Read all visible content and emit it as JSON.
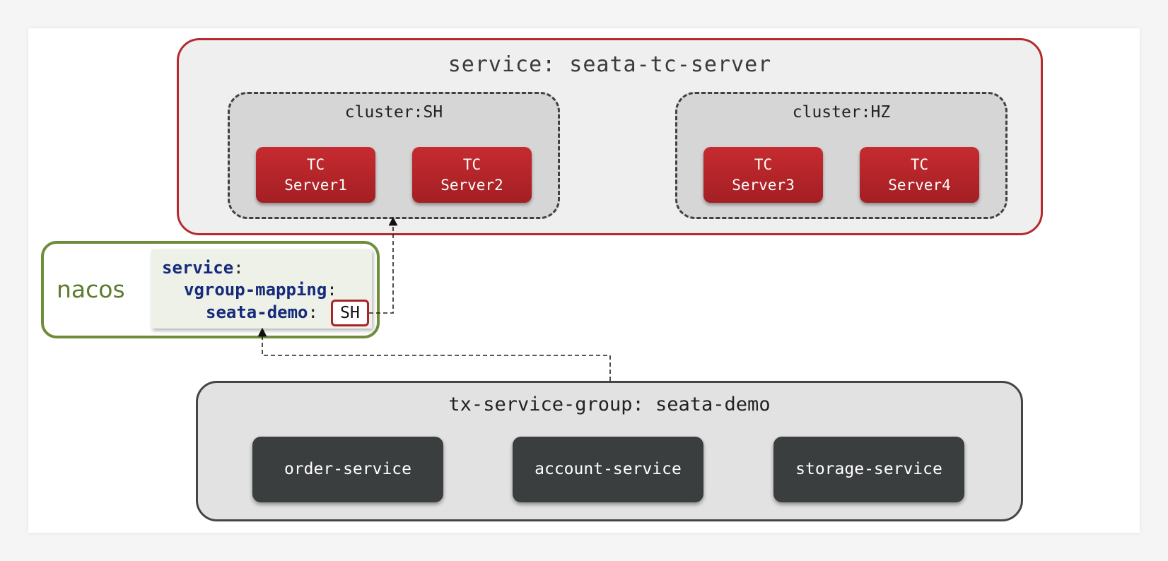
{
  "service_box": {
    "title": "service: seata-tc-server",
    "clusters": [
      {
        "label": "cluster:SH",
        "servers": [
          {
            "line1": "TC",
            "line2": "Server1"
          },
          {
            "line1": "TC",
            "line2": "Server2"
          }
        ]
      },
      {
        "label": "cluster:HZ",
        "servers": [
          {
            "line1": "TC",
            "line2": "Server3"
          },
          {
            "line1": "TC",
            "line2": "Server4"
          }
        ]
      }
    ]
  },
  "nacos": {
    "label": "nacos",
    "yaml": {
      "key1": "service",
      "key2": "vgroup-mapping",
      "key3": "seata-demo",
      "colon": ":",
      "value": "SH"
    }
  },
  "tx_group": {
    "title": "tx-service-group: seata-demo",
    "services": [
      "order-service",
      "account-service",
      "storage-service"
    ]
  },
  "colors": {
    "service_border": "#b52a2e",
    "tc_server": "#c62b30",
    "nacos_border": "#6e8c3a",
    "yaml_key": "#152a7b",
    "tx_service": "#3b3e3e"
  }
}
